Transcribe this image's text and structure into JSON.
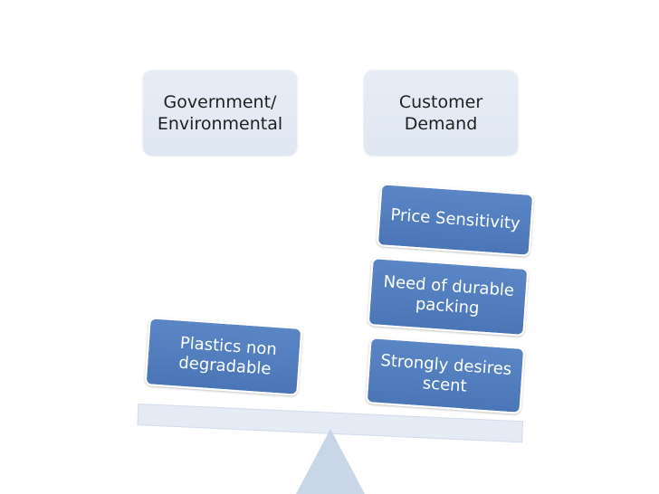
{
  "header": {
    "left": "Government/\nEnvironmental",
    "right": "Customer\nDemand"
  },
  "right_weights": [
    "Price Sensitivity",
    "Need of durable\npacking",
    "Strongly desires\nscent"
  ],
  "left_weights": [
    "Plastics non\ndegradable"
  ],
  "colors": {
    "header_fill": "#dfe7f2",
    "weight_fill": "#4f7ec0",
    "beam_fill": "#e4ebf5",
    "fulcrum_fill": "#c9d6e8"
  }
}
